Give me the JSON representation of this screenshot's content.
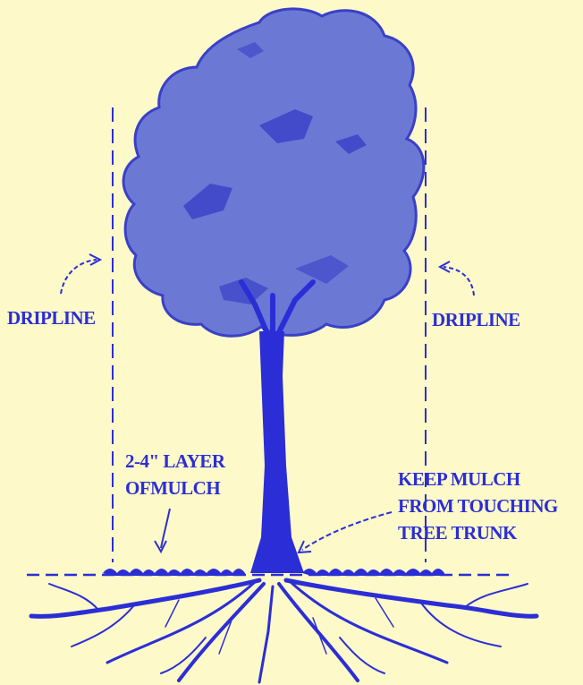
{
  "diagram": {
    "labels": {
      "dripline_left": "DRIPLINE",
      "dripline_right": "DRIPLINE",
      "mulch_layer": [
        "2-4\" LAYER",
        "OFMULCH"
      ],
      "keep_mulch": [
        "KEEP MULCH",
        "FROM TOUCHING",
        "TREE TRUNK"
      ]
    },
    "colors": {
      "background": "#fdf9c8",
      "canopy_fill": "#6c79d4",
      "ink": "#2b2ed6",
      "canopy_outline": "#3940c8"
    }
  }
}
